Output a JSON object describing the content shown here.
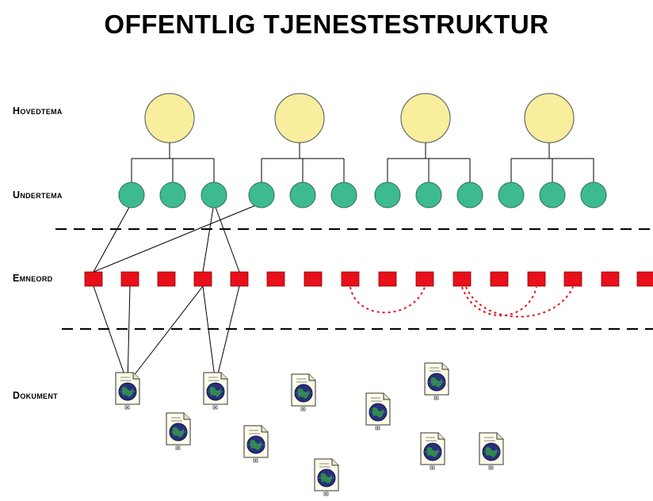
{
  "title": "OFFENTLIG TJENESTESTRUKTUR",
  "levels": {
    "hovedtema": "Hovedtema",
    "undertema": "Undertema",
    "emneord": "Emneord",
    "dokument": "Dokument"
  },
  "colors": {
    "hovedtema_fill": "#f8ee9e",
    "undertema_fill": "#3dbb8f",
    "emneord_fill": "#e8101a",
    "dashed_link": "#e8101a",
    "line": "#000000"
  },
  "icons": {
    "dokument": "globe-document-icon"
  }
}
